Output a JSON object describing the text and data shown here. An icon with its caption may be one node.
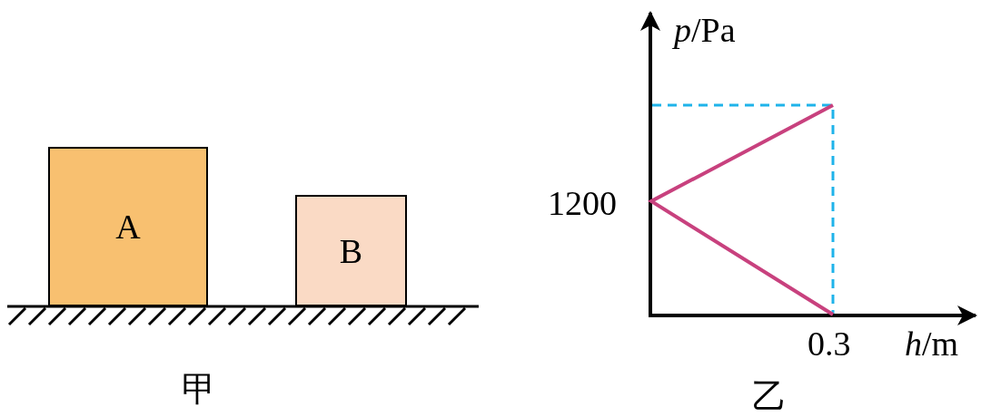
{
  "diagram": {
    "nodes": [
      {
        "text": [
          "A"
        ]
      },
      {
        "text": [
          "B"
        ]
      }
    ],
    "labels": [
      "甲",
      "*p*/Pa",
      "1200",
      "0.3",
      "*h*/m",
      "乙"
    ]
  }
}
